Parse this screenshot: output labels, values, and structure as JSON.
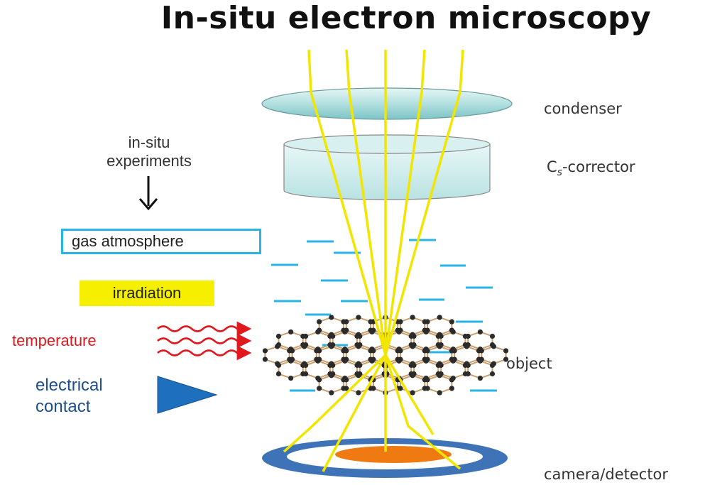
{
  "title": "In-situ electron microscopy",
  "left": {
    "in_situ_line1": "in-situ",
    "in_situ_line2": "experiments",
    "gas": "gas atmosphere",
    "irradiation": "irradiation",
    "temperature": "temperature",
    "electrical_line1": "electrical",
    "electrical_line2": "contact"
  },
  "right": {
    "condenser": "condenser",
    "corrector_prefix": "C",
    "corrector_sub": "s",
    "corrector_suffix": "-corrector",
    "object": "object",
    "camera": "camera/detector"
  },
  "colors": {
    "beam": "#f2e600",
    "gas": "#29b4e6",
    "temperature": "#e0191e",
    "electrical": "#1f6fbf",
    "detector_ring": "#3f73b8",
    "detector_core": "#f07a12",
    "lens": "#a8dede"
  }
}
